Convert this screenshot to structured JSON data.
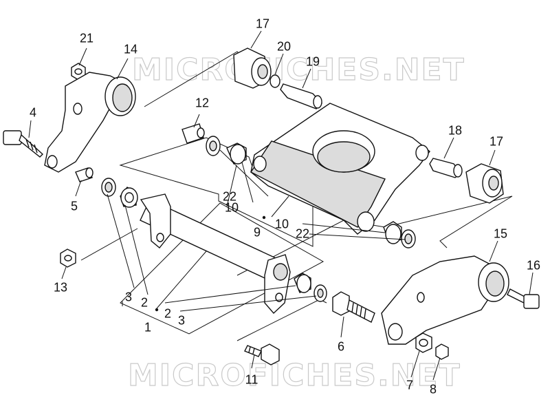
{
  "watermarks": [
    "MICROFICHES.NET",
    "MICROFICHES.NET"
  ],
  "callouts": [
    {
      "id": "c1",
      "text": "1"
    },
    {
      "id": "c2a",
      "text": "2"
    },
    {
      "id": "c2b",
      "text": "2"
    },
    {
      "id": "c3a",
      "text": "3"
    },
    {
      "id": "c3b",
      "text": "3"
    },
    {
      "id": "c4",
      "text": "4"
    },
    {
      "id": "c5",
      "text": "5"
    },
    {
      "id": "c6",
      "text": "6"
    },
    {
      "id": "c7",
      "text": "7"
    },
    {
      "id": "c8",
      "text": "8"
    },
    {
      "id": "c9",
      "text": "9"
    },
    {
      "id": "c10a",
      "text": "10"
    },
    {
      "id": "c10b",
      "text": "10"
    },
    {
      "id": "c11",
      "text": "11"
    },
    {
      "id": "c12",
      "text": "12"
    },
    {
      "id": "c13",
      "text": "13"
    },
    {
      "id": "c14",
      "text": "14"
    },
    {
      "id": "c15",
      "text": "15"
    },
    {
      "id": "c16",
      "text": "16"
    },
    {
      "id": "c17a",
      "text": "17"
    },
    {
      "id": "c17b",
      "text": "17"
    },
    {
      "id": "c18",
      "text": "18"
    },
    {
      "id": "c19",
      "text": "19"
    },
    {
      "id": "c20",
      "text": "20"
    },
    {
      "id": "c21",
      "text": "21"
    },
    {
      "id": "c22a",
      "text": "22"
    },
    {
      "id": "c22b",
      "text": "22"
    }
  ]
}
